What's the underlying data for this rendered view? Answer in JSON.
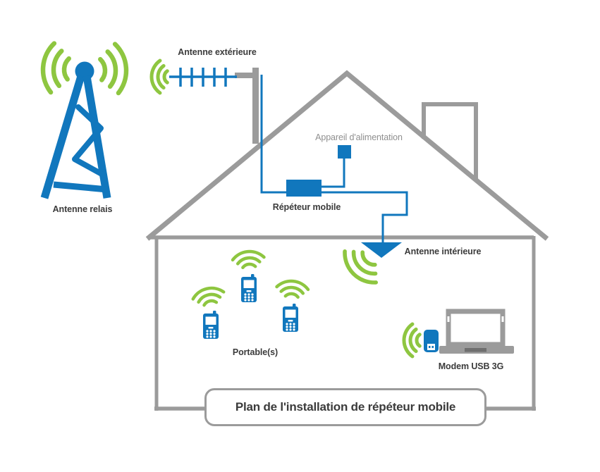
{
  "diagram": {
    "title": "Plan de l'installation de répéteur mobile",
    "labels": {
      "relay_antenna": "Antenne relais",
      "exterior_antenna": "Antenne extérieure",
      "power_supply": "Appareil d'alimentation",
      "mobile_repeater": "Répéteur mobile",
      "interior_antenna": "Antenne intérieure",
      "phones": "Portable(s)",
      "usb_modem": "Modem USB 3G"
    },
    "colors": {
      "blue": "#1177bd",
      "green": "#8ec640",
      "gray": "#9b9b9b",
      "dark": "#6f6f6f",
      "text": "#3b3b3b",
      "muted": "#8f8f8f",
      "bg": "#ffffff"
    },
    "icons": {
      "relay-tower-icon": "blue lattice antenna tower",
      "signal-waves-icon": "green triple-arc radio waves",
      "yagi-antenna-icon": "blue outdoor directional antenna",
      "mast-icon": "gray antenna mast",
      "repeater-icon": "blue repeater box",
      "power-supply-icon": "blue power adapter square",
      "interior-antenna-icon": "blue inverted-triangle ceiling antenna",
      "mobile-phone-icon": "blue cellphone with keypad",
      "laptop-icon": "gray laptop outline",
      "usb-modem-icon": "blue USB dongle",
      "house-icon": "gray house outline with chimney"
    }
  }
}
